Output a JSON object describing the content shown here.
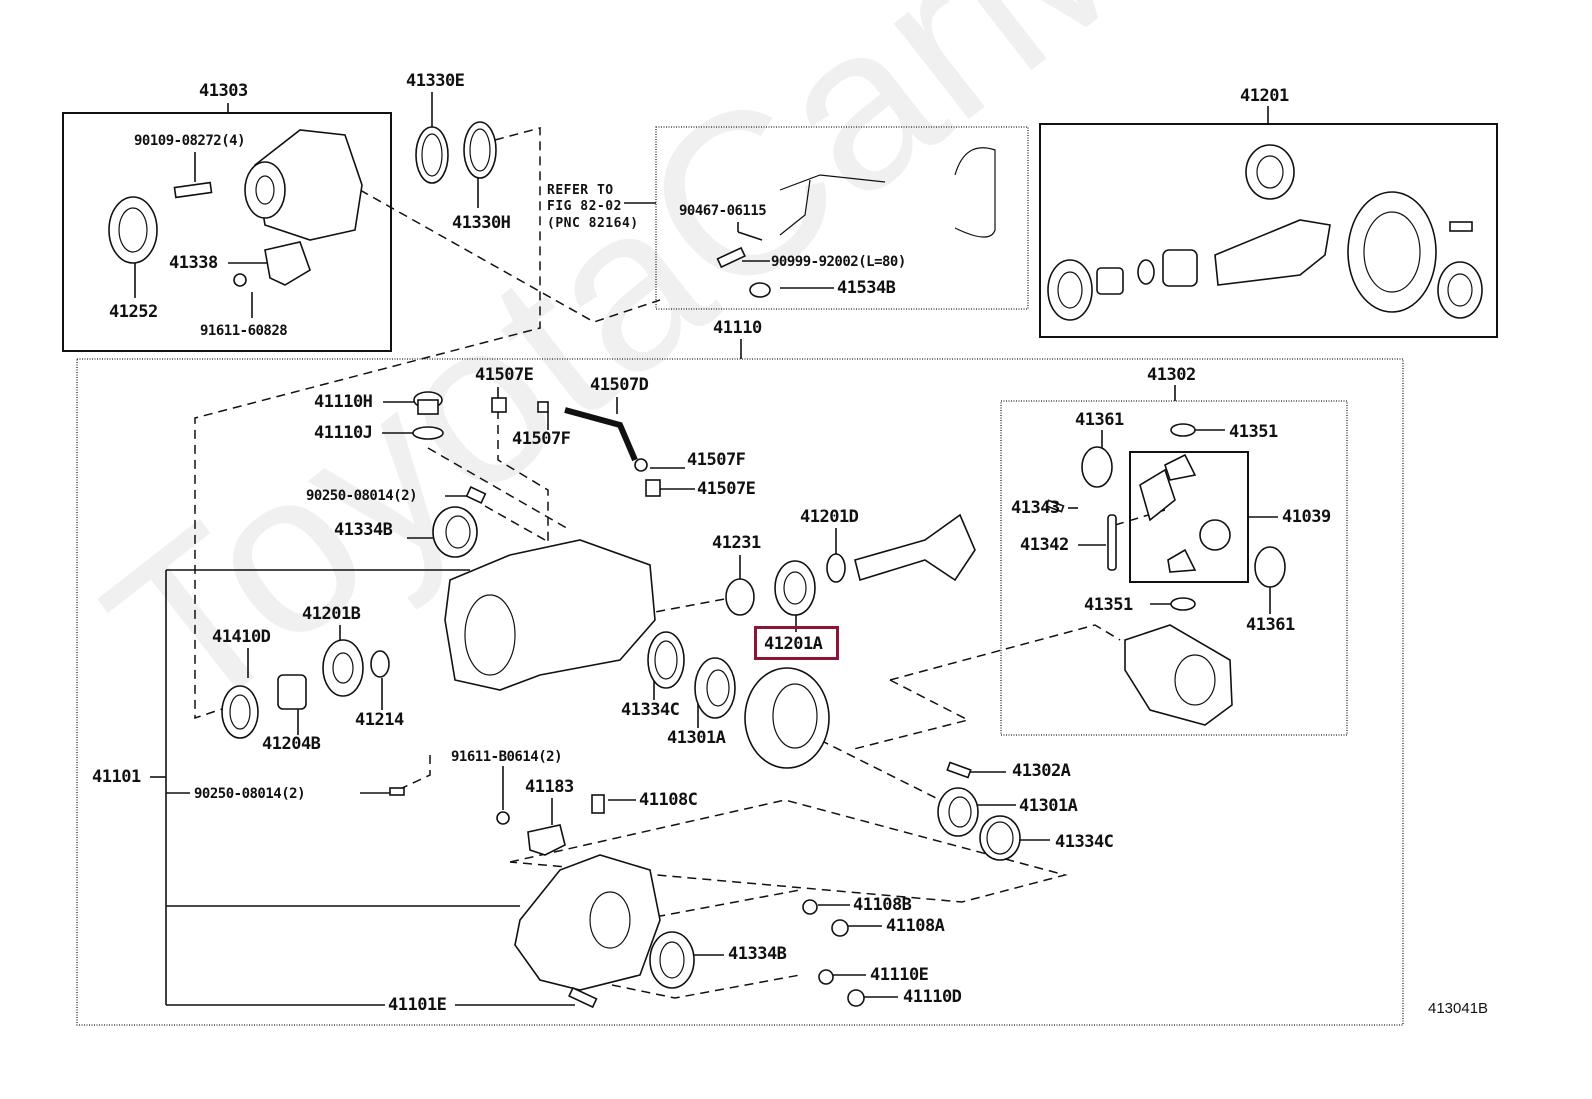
{
  "diagram": {
    "title": "Rear differential carrier assembly — exploded parts view",
    "figure_code": "413041B",
    "watermark": "ToyotaCarMirror",
    "highlight_color": "#8e1436",
    "highlighted_part": "41201A",
    "groups": {
      "g41303": "41303",
      "g41201": "41201",
      "g41110": "41110",
      "g41302": "41302",
      "g41039": "41039",
      "g41101": "41101"
    },
    "refer_note": [
      "REFER TO",
      "FIG 82-02",
      "(PNC 82164)"
    ],
    "labels": {
      "p90109": "90109-08272(4)",
      "p41338": "41338",
      "p41252": "41252",
      "p91611_60828": "91611-60828",
      "p41330E": "41330E",
      "p41330H": "41330H",
      "p90467": "90467-06115",
      "p90999": "90999-92002(L=80)",
      "p41534B": "41534B",
      "p41110H": "41110H",
      "p41110J": "41110J",
      "p41507E_top": "41507E",
      "p41507D": "41507D",
      "p41507F_a": "41507F",
      "p41507F_b": "41507F",
      "p41507E_b": "41507E",
      "p90250_top": "90250-08014(2)",
      "p41334B_top": "41334B",
      "p41231": "41231",
      "p41201D": "41201D",
      "p41201A": "41201A",
      "p41410D": "41410D",
      "p41201B": "41201B",
      "p41204B": "41204B",
      "p41214": "41214",
      "p41334C_left": "41334C",
      "p41301A_left": "41301A",
      "p90250_bot": "90250-08014(2)",
      "p91611_B0614": "91611-B0614(2)",
      "p41183": "41183",
      "p41108C": "41108C",
      "p41361_top": "41361",
      "p41351_top": "41351",
      "p41343": "41343",
      "p41342": "41342",
      "p41351_bot": "41351",
      "p41361_bot": "41361",
      "p41302A": "41302A",
      "p41301A_right": "41301A",
      "p41334C_right": "41334C",
      "p41108B": "41108B",
      "p41108A": "41108A",
      "p41334B_bot": "41334B",
      "p41110E": "41110E",
      "p41110D": "41110D",
      "p41101E": "41101E"
    }
  }
}
